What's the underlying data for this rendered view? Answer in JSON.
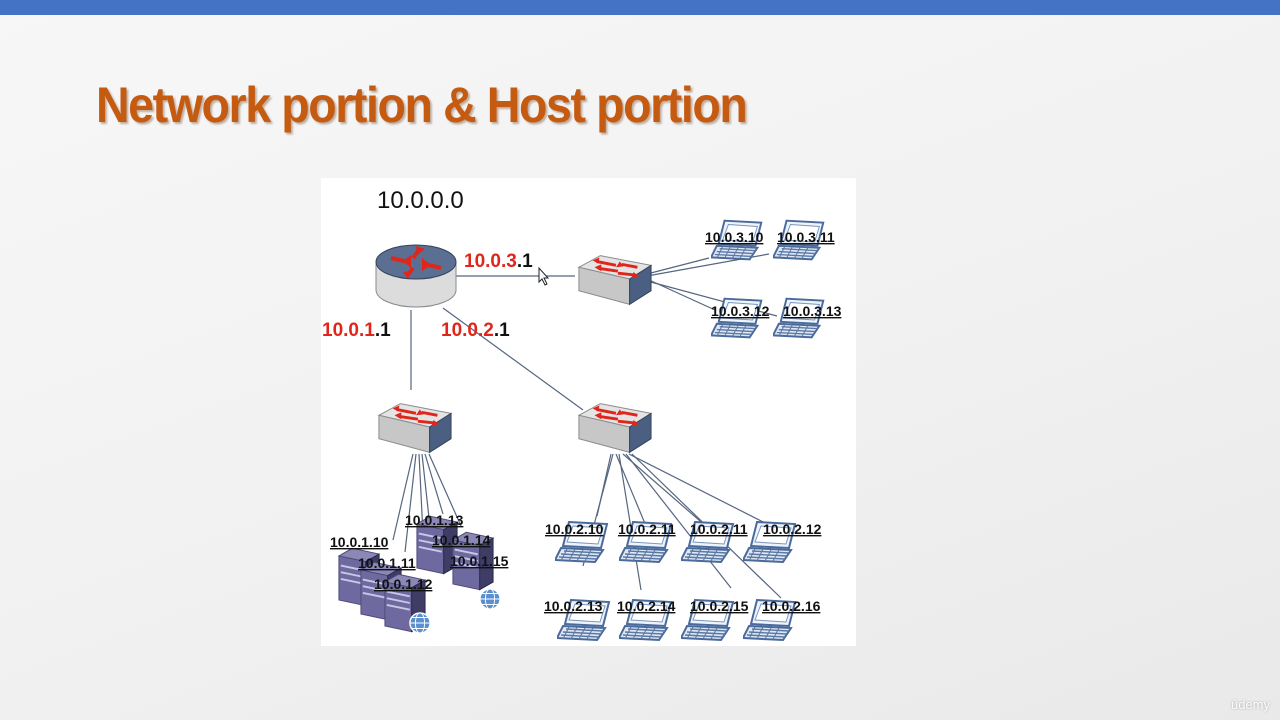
{
  "slide": {
    "title": "Network portion & Host portion",
    "watermark": "ûdemy",
    "colors": {
      "top_bar": "#4472c4",
      "title": "#c55a11",
      "network_portion": "#e0251b",
      "host_portion": "#111111"
    }
  },
  "diagram": {
    "network_label": "10.0.0.0",
    "router_interfaces": {
      "top": {
        "network": "10.0.3",
        "host": ".1"
      },
      "left": {
        "network": "10.0.1",
        "host": ".1"
      },
      "right": {
        "network": "10.0.2",
        "host": ".1"
      }
    },
    "laptops_10_0_3": [
      "10.0.3.10",
      "10.0.3.11",
      "10.0.3.12",
      "10.0.3.13"
    ],
    "servers_10_0_1": [
      "10.0.1.10",
      "10.0.1.11",
      "10.0.1.12",
      "10.0.1.13",
      "10.0.1.14",
      "10.0.1.15"
    ],
    "laptops_10_0_2": [
      "10.0.2.10",
      "10.0.2.11",
      "10.0.2.11",
      "10.0.2.12",
      "10.0.2.13",
      "10.0.2.14",
      "10.0.2.15",
      "10.0.2.16"
    ],
    "icons": [
      "router-icon",
      "switch-icon",
      "laptop-icon",
      "server-icon",
      "globe-icon",
      "mouse-cursor-icon"
    ]
  }
}
